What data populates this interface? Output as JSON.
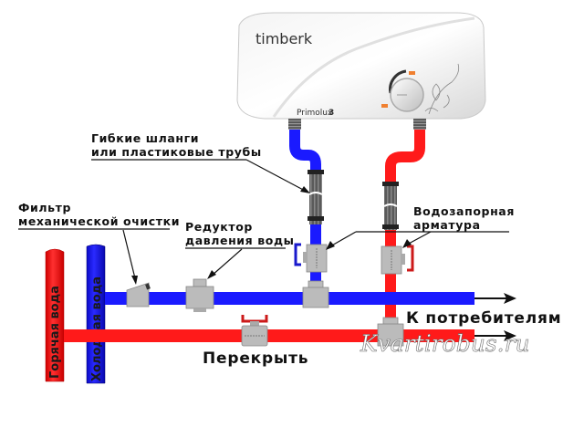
{
  "heater": {
    "brand": "timberk",
    "model_name": "Primolux",
    "model_number": "3"
  },
  "labels": {
    "hoses_line1": "Гибкие шланги",
    "hoses_line2": "или пластиковые трубы",
    "filter_line1": "Фильтр",
    "filter_line2": "механической очистки",
    "reducer_line1": "Редуктор",
    "reducer_line2": "давления воды",
    "shutoff_line1": "Водозапорная",
    "shutoff_line2": "арматура",
    "consumers": "К потребителям",
    "close": "Перекрыть"
  },
  "risers": {
    "hot": "Горячая вода",
    "cold": "Холодная вода"
  },
  "watermark": "Kvartirobus.ru",
  "colors": {
    "hot_pipe": "#ff1a1a",
    "cold_pipe": "#1a1aff",
    "fitting": "#b8b8b8",
    "hose": "#555555",
    "text": "#111111"
  }
}
